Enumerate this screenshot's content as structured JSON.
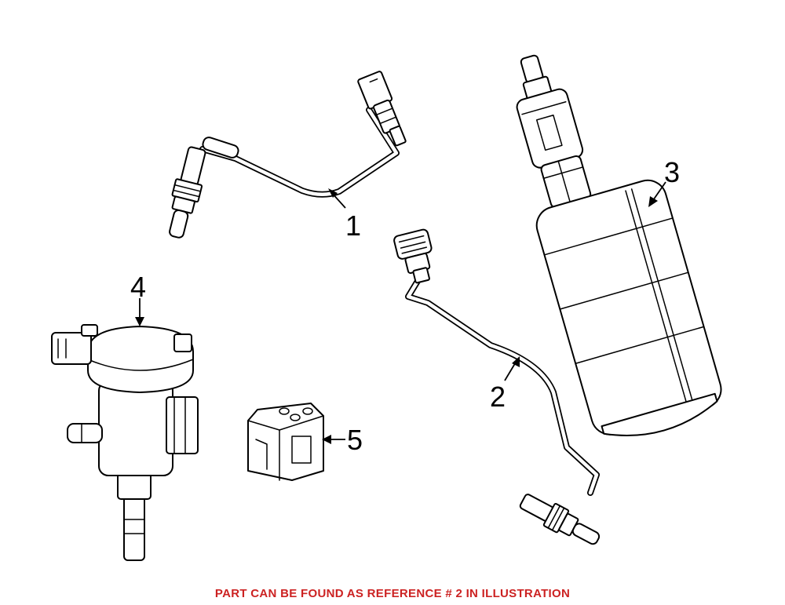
{
  "diagram": {
    "callouts": {
      "c1": "1",
      "c2": "2",
      "c3": "3",
      "c4": "4",
      "c5": "5"
    },
    "parts": {
      "p1": "oxygen-sensor",
      "p2": "oxygen-sensor",
      "p3": "charcoal-canister",
      "p4": "purge-valve",
      "p5": "connector"
    }
  },
  "caption": {
    "text": "PART CAN BE FOUND AS REFERENCE # 2 IN ILLUSTRATION",
    "color": "#cc2222"
  },
  "colors": {
    "line": "#000000",
    "background": "#ffffff"
  }
}
